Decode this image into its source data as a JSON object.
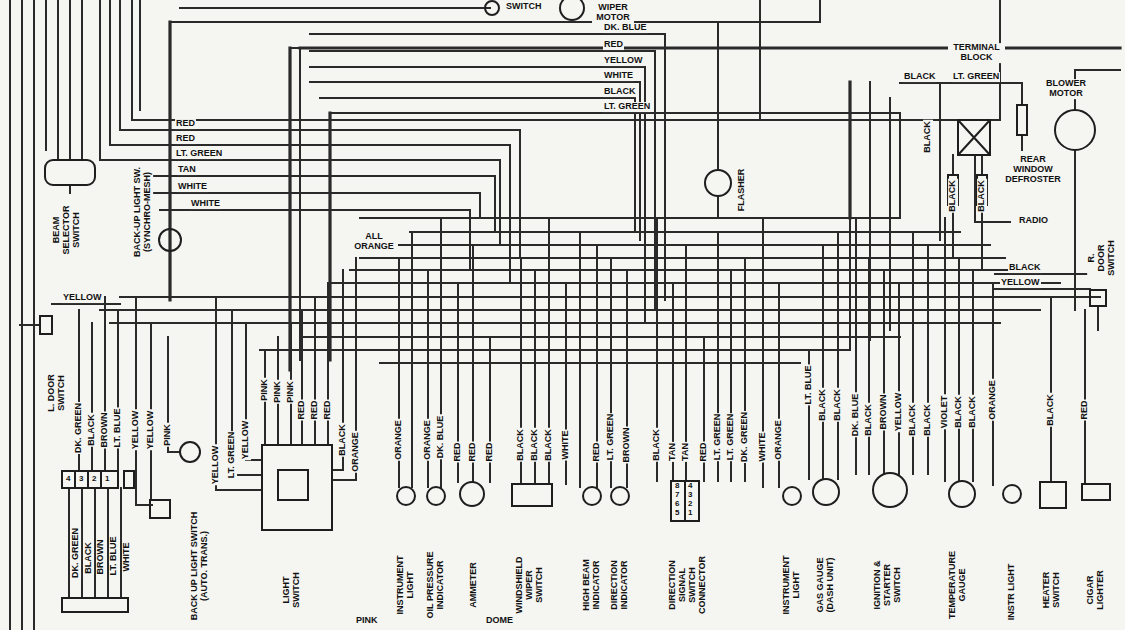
{
  "diagram": {
    "labels": [
      "SWITCH",
      "WIPER MOTOR",
      "DK. BLUE",
      "RED",
      "YELLOW",
      "WHITE",
      "BLACK",
      "LT. GREEN",
      "TERMINAL BLOCK",
      "BLACK",
      "LT. GREEN",
      "BLOWER MOTOR",
      "BLACK",
      "REAR WINDOW DEFROSTER",
      "BLACK",
      "BLACK",
      "RADIO",
      "FLASHER",
      "R. DOOR SWITCH",
      "BLACK",
      "YELLOW",
      "RED",
      "RED",
      "LT. GREEN",
      "TAN",
      "WHITE",
      "WHITE",
      "BEAM SELECTOR SWITCH",
      "BACK-UP LIGHT SW. (SYNCHRO-MESH)",
      "ALL ORANGE",
      "YELLOW",
      "L. DOOR SWITCH",
      "DK. GREEN",
      "BLACK",
      "BROWN",
      "LT. BLUE",
      "YELLOW",
      "YELLOW",
      "PINK",
      "4",
      "3",
      "2",
      "1",
      "DK. GREEN",
      "BLACK",
      "BROWN",
      "LT. BLUE",
      "WHITE",
      "BACK UP LIGHT SWITCH (AUTO. TRANS.)",
      "YELLOW",
      "LT. GREEN",
      "YELLOW",
      "PINK",
      "PINK",
      "PINK",
      "RED",
      "RED",
      "RED",
      "BLACK",
      "ORANGE",
      "LIGHT SWITCH",
      "ORANGE",
      "ORANGE",
      "DK. BLUE",
      "RED",
      "RED",
      "RED",
      "BLACK",
      "BLACK",
      "BLACK",
      "WHITE",
      "RED",
      "LT. GREEN",
      "BROWN",
      "BLACK",
      "TAN",
      "TAN",
      "RED",
      "LT. GREEN",
      "LT. GREEN",
      "DK. GREEN",
      "WHITE",
      "ORANGE",
      "8",
      "4",
      "7",
      "3",
      "6",
      "2",
      "5",
      "1",
      "INSTRUMENT LIGHT",
      "OIL PRESSURE INDICATOR",
      "AMMETER",
      "WINDSHIELD WIPER SWITCH",
      "HIGH BEAM INDICATOR",
      "DIRECTION INDICATOR",
      "DIRECTION SIGNAL SWITCH CONNECTOR",
      "INSTRUMENT LIGHT",
      "GAS GAUGE (DASH UNIT)",
      "IGNITION & STARTER SWITCH",
      "TEMPERATURE GAUGE",
      "INSTR LIGHT",
      "HEATER SWITCH",
      "CIGAR LIGHTER",
      "LT. BLUE",
      "BLACK",
      "BLACK",
      "DK. BLUE",
      "BLACK",
      "BROWN",
      "YELLOW",
      "BLACK",
      "BLACK",
      "VIOLET",
      "BLACK",
      "BLACK",
      "ORANGE",
      "BLACK",
      "RED",
      "PINK",
      "DOME"
    ]
  }
}
